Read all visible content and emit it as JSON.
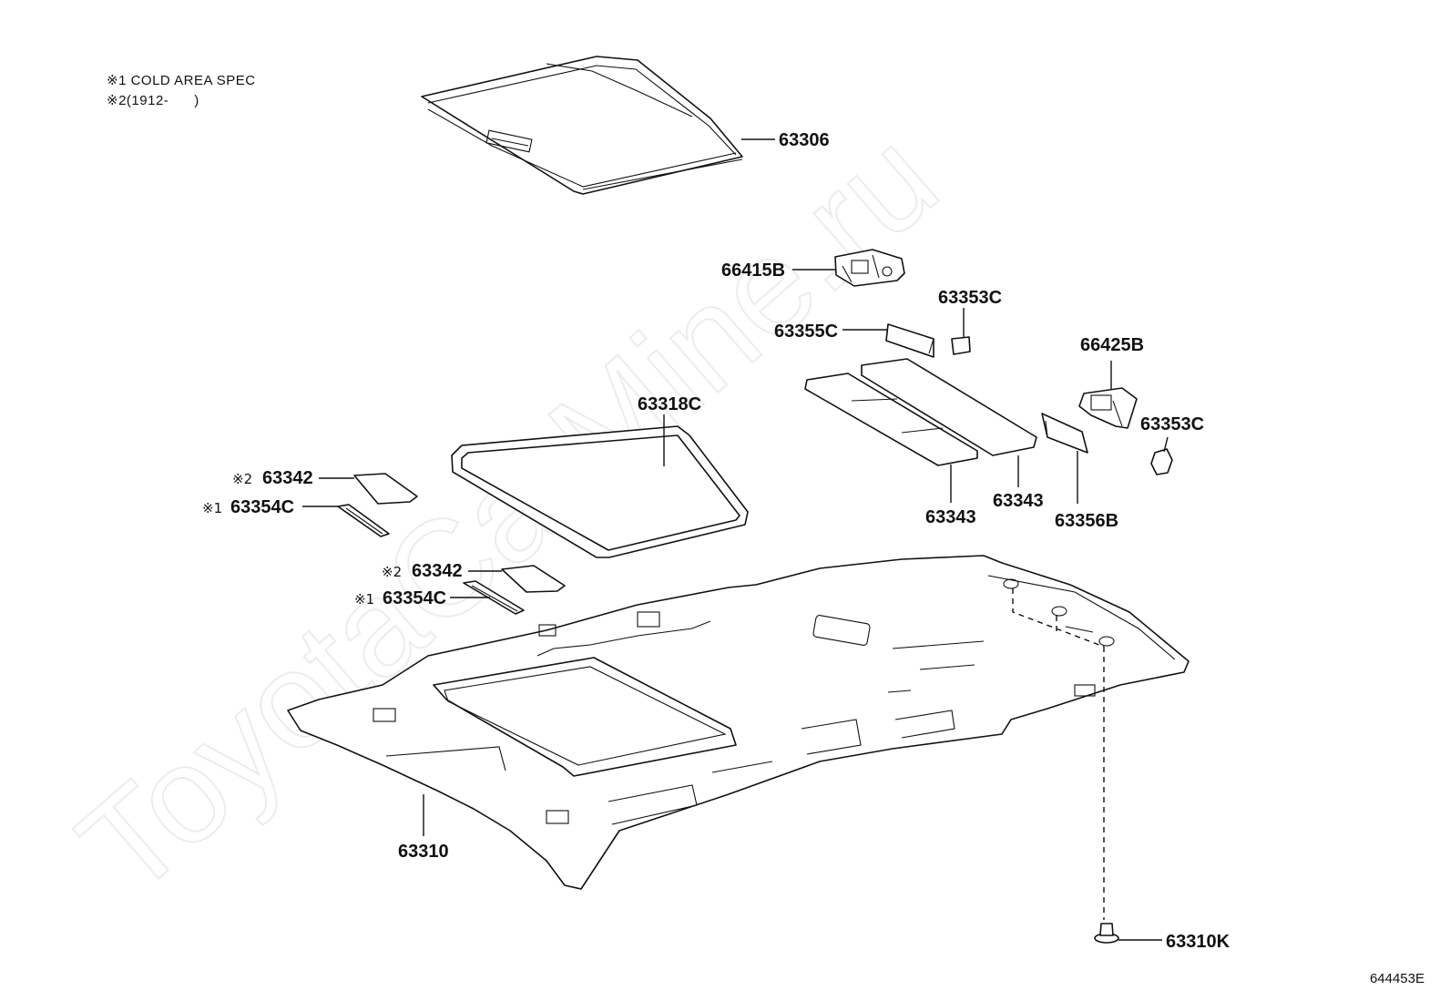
{
  "notes": [
    {
      "mark": "※1",
      "text": "COLD AREA SPEC"
    },
    {
      "mark": "※2",
      "text": "(1912-      )"
    }
  ],
  "callouts": {
    "sunshade": {
      "label": "63306"
    },
    "bracket_66415b": {
      "label": "66415B"
    },
    "pad_63353c_upper": {
      "label": "63353C"
    },
    "holder_63355c": {
      "label": "63355C"
    },
    "bracket_66425b": {
      "label": "66425B"
    },
    "pad_63353c_lower": {
      "label": "63353C"
    },
    "weatherstrip_63318c": {
      "label": "63318C"
    },
    "pad_63342_upper": {
      "mark": "※2",
      "label": "63342"
    },
    "pad_63354c_upper": {
      "mark": "※1",
      "label": "63354C"
    },
    "pad_63342_lower": {
      "mark": "※2",
      "label": "63342"
    },
    "pad_63354c_lower": {
      "mark": "※1",
      "label": "63354C"
    },
    "pad_63343_left": {
      "label": "63343"
    },
    "pad_63343_right": {
      "label": "63343"
    },
    "holder_63356b": {
      "label": "63356B"
    },
    "headliner_63310": {
      "label": "63310"
    },
    "clip_63310k": {
      "label": "63310K"
    }
  },
  "watermark": "ToyotaCarMine.ru",
  "diagram_ref": "644453E"
}
